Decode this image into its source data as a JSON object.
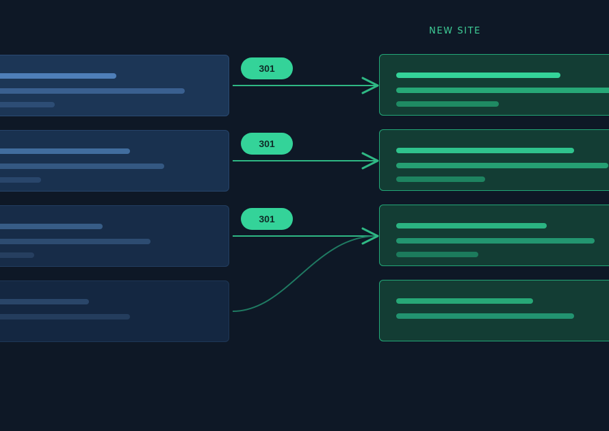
{
  "header": {
    "new_site_label": "NEW SITE"
  },
  "redirects": [
    {
      "code": "301"
    },
    {
      "code": "301"
    },
    {
      "code": "301"
    }
  ],
  "colors": {
    "background": "#0e1826",
    "accent": "#34d399",
    "arrow_line": "#2fb884",
    "merge_curve": "#1f7a62",
    "old_card_fill": "#1c3656",
    "new_card_fill": "#133d34",
    "new_card_border": "#23a878"
  }
}
